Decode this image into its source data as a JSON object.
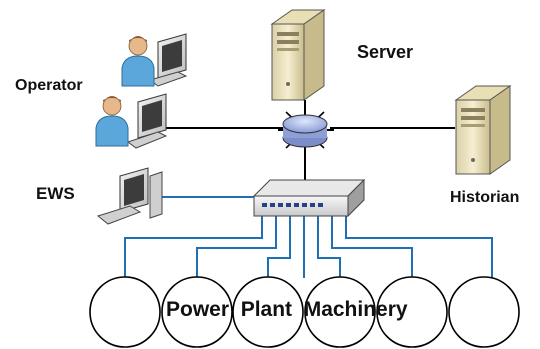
{
  "labels": {
    "operator": "Operator",
    "server": "Server",
    "ews": "EWS",
    "historian": "Historian",
    "machinery": "Power  Plant  Machinery"
  },
  "colors": {
    "link_line": "#1f6fb5",
    "backbone_line": "#000000",
    "machinery_outline": "#000000",
    "person_body": "#5ba7dc",
    "router_fill": "#a9b7e6",
    "server_fill": "#f2e6b8"
  },
  "icons": [
    "operator-workstation",
    "server",
    "router",
    "switch",
    "historian-server",
    "ews-workstation"
  ]
}
